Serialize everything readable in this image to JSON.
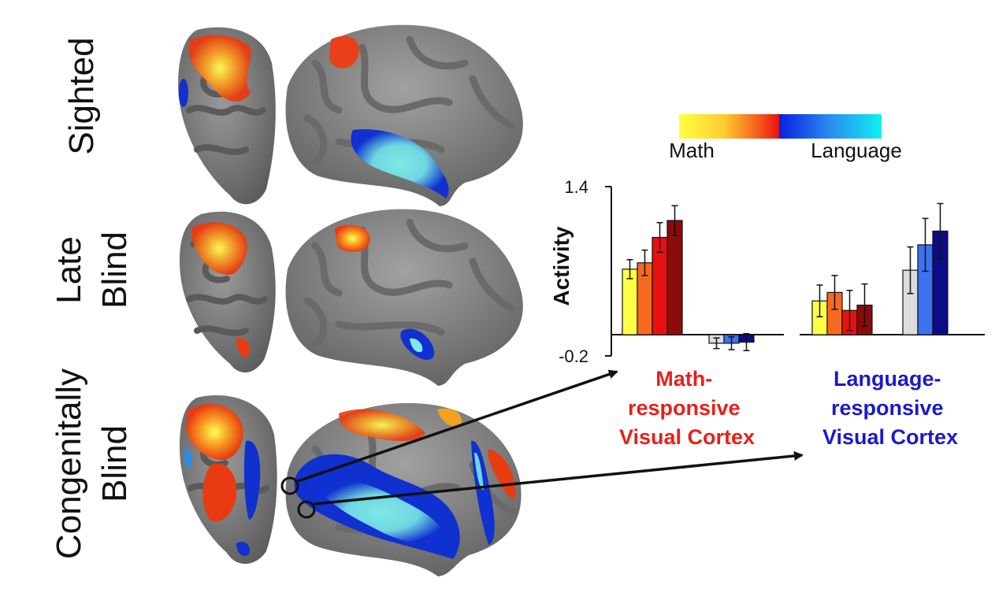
{
  "rows": [
    {
      "lines": [
        "Sighted"
      ]
    },
    {
      "lines": [
        "Late",
        "Blind"
      ]
    },
    {
      "lines": [
        "Congenitally",
        "Blind"
      ]
    }
  ],
  "legend": {
    "left_label": "Math",
    "right_label": "Language"
  },
  "roi_labels": {
    "math": {
      "lines": [
        "Math-",
        "responsive",
        "Visual Cortex"
      ],
      "color": "#e8201a"
    },
    "language": {
      "lines": [
        "Language-",
        "responsive",
        "Visual Cortex"
      ],
      "color": "#1a1acc"
    }
  },
  "colors": {
    "math_high": "#ffff44",
    "math_low": "#e81010",
    "lang_low": "#0a20e0",
    "lang_high": "#10f0f0",
    "cortex_dark": "#6a6a6a",
    "cortex_light": "#9d9d9d"
  },
  "chart_data": {
    "type": "bar",
    "ylabel": "Activity",
    "ylim": [
      -0.2,
      1.4
    ],
    "yticks": [
      1.4,
      -0.2
    ],
    "groups": [
      {
        "roi": "math",
        "bars": [
          {
            "value": 0.62,
            "err": 0.09,
            "color": "#ffff44"
          },
          {
            "value": 0.68,
            "err": 0.12,
            "color": "#f56a1e"
          },
          {
            "value": 0.92,
            "err": 0.14,
            "color": "#e81010"
          },
          {
            "value": 1.08,
            "err": 0.14,
            "color": "#8b0b0b"
          }
        ]
      },
      {
        "roi": "math",
        "bars": [
          {
            "value": -0.08,
            "err": 0.05,
            "color": "#dcdcdc"
          },
          {
            "value": -0.08,
            "err": 0.06,
            "color": "#3d72f0"
          },
          {
            "value": -0.07,
            "err": 0.08,
            "color": "#0c0c88"
          }
        ]
      },
      {
        "roi": "language",
        "bars": [
          {
            "value": 0.32,
            "err": 0.15,
            "color": "#ffff44"
          },
          {
            "value": 0.4,
            "err": 0.16,
            "color": "#f56a1e"
          },
          {
            "value": 0.23,
            "err": 0.19,
            "color": "#e81010"
          },
          {
            "value": 0.28,
            "err": 0.2,
            "color": "#8b0b0b"
          }
        ]
      },
      {
        "roi": "language",
        "bars": [
          {
            "value": 0.61,
            "err": 0.22,
            "color": "#dcdcdc"
          },
          {
            "value": 0.85,
            "err": 0.25,
            "color": "#3d72f0"
          },
          {
            "value": 0.98,
            "err": 0.26,
            "color": "#0c0c88"
          }
        ]
      }
    ]
  }
}
